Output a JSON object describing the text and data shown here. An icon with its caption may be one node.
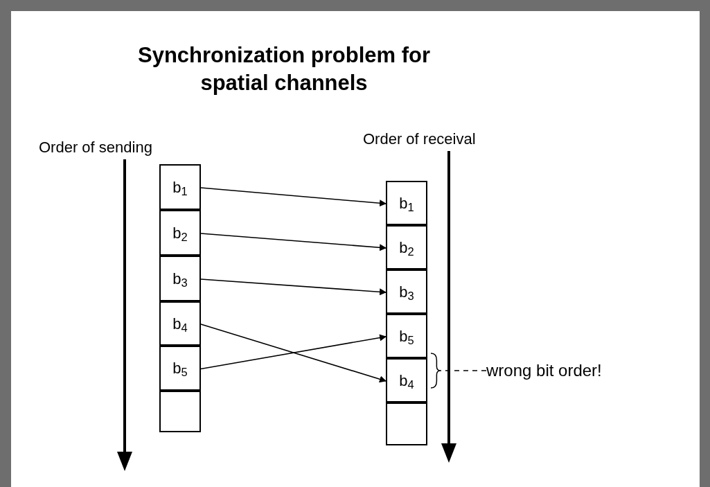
{
  "diagram": {
    "title": "Synchronization problem for spatial channels",
    "nodes": [
      {
        "text": [
          "b$_{1}$"
        ]
      },
      {
        "text": [
          "b$_{2}$"
        ]
      },
      {
        "text": [
          "b$_{3}$"
        ]
      },
      {
        "text": [
          "b$_{4}$"
        ]
      },
      {
        "text": [
          "b$_{5}$"
        ]
      },
      {
        "text": [],
        "shape": "box"
      },
      {
        "text": [
          "b$_{1}$"
        ]
      },
      {
        "text": [
          "b$_{2}$"
        ]
      },
      {
        "text": [
          "b$_{3}$"
        ]
      },
      {
        "text": [
          "b$_{5}$"
        ]
      },
      {
        "text": [
          "b$_{4}$"
        ]
      },
      {
        "text": [],
        "shape": "box"
      },
      {
        "text": [
          "wrong bit order!"
        ]
      },
      {
        "text": [],
        "shape": "brace"
      }
    ],
    "edges": [
      {
        "from": 0,
        "to": 6,
        "arrow": "to"
      },
      {
        "from": 1,
        "to": 7,
        "arrow": "to"
      },
      {
        "from": 2,
        "to": 8,
        "arrow": "to"
      },
      {
        "from": 3,
        "to": 10,
        "arrow": "to"
      },
      {
        "from": 4,
        "to": 9,
        "arrow": "to"
      },
      {
        "from": 12,
        "to": 13,
        "arrow": "none",
        "style": "dashed"
      }
    ],
    "labels": [
      "Order of sending",
      "Order of receival"
    ]
  }
}
